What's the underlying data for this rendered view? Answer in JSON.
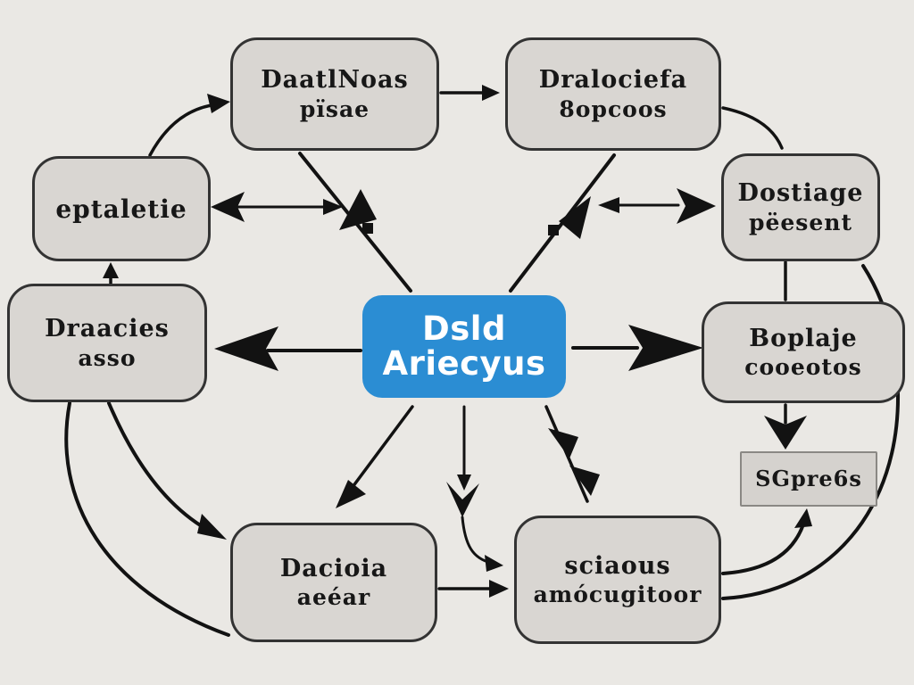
{
  "diagram": {
    "type": "flowchart-cycle",
    "background": "#eae8e4",
    "colors": {
      "box_fill": "#d9d6d2",
      "box_border": "#333333",
      "accent_blue": "#2b8dd3",
      "center_text": "#ffffff",
      "text": "#171717",
      "arrow": "#121212"
    },
    "nodes": {
      "top_left": {
        "line1": "DaatlNoas",
        "line2": "pïsae"
      },
      "top_right": {
        "line1": "Dralociefa",
        "line2": "8opcoos"
      },
      "left": {
        "line1": "eptaletie",
        "line2": ""
      },
      "right": {
        "line1": "Dostiage",
        "line2": "pëesent"
      },
      "mid_left": {
        "line1": "Draacies",
        "line2": "asso"
      },
      "center": {
        "line1": "Dsld",
        "line2": "Ariecyus"
      },
      "mid_right": {
        "line1": "Boplaje",
        "line2": "cooeotos"
      },
      "sgpres": {
        "line1": "SGpre6s",
        "line2": ""
      },
      "bottom_left": {
        "line1": "Dacioia",
        "line2": "aeéar"
      },
      "bottom_right": {
        "line1": "sciaous",
        "line2": "amócugitoor"
      }
    },
    "edges": [
      "left -> top_left (curved)",
      "top_left -> top_right",
      "top_right -> right (curved)",
      "left <-> center-diagonal (double arrow)",
      "center-diagonal <-> right (double arrow)",
      "top_left -> center (diagonal)",
      "center -> top_right (diagonal)",
      "center -> mid_left (big arrow)",
      "center -> mid_right (big arrow)",
      "mid_left -> left (up arrow)",
      "right -> mid_right (line)",
      "mid_right -> sgpres (big arrow)",
      "center -> bottom_left (diagonal)",
      "center -> down hook -> bottom_right",
      "center -> bottom_right (double chevron diagonal)",
      "mid_left -> bottom_left (two curves)",
      "bottom_left -> bottom_right",
      "bottom_right -> sgpres (curve up)",
      "bottom_right -> right (outer sweep curve)"
    ]
  }
}
